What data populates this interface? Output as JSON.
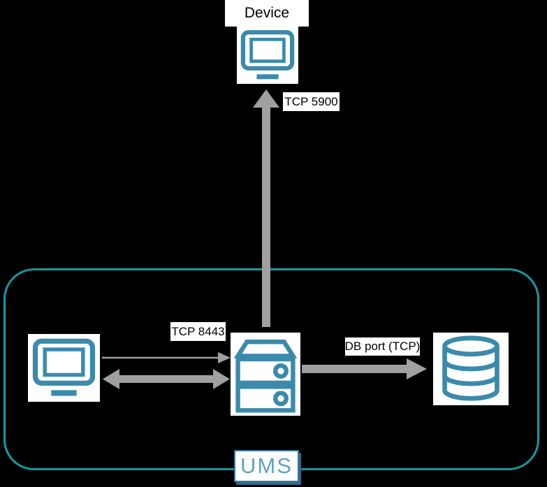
{
  "nodes": {
    "device": {
      "label": "Device",
      "icon": "monitor-icon"
    },
    "console": {
      "icon": "monitor-icon"
    },
    "server": {
      "icon": "server-icon"
    },
    "database": {
      "icon": "database-icon"
    }
  },
  "connections": {
    "server_to_device": {
      "label": "TCP 5900",
      "direction": "up",
      "style": "thick-gray-arrow"
    },
    "console_to_server": {
      "label": "TCP 8443",
      "direction": "right",
      "style": "thin-gray-arrow"
    },
    "console_server_sync": {
      "direction": "both",
      "style": "thick-gray-double-arrow"
    },
    "server_to_database": {
      "label": "DB port (TCP)",
      "direction": "right",
      "style": "thick-gray-arrow"
    }
  },
  "container": {
    "label": "UMS"
  },
  "colors": {
    "background": "#000000",
    "icon": "#3c8aaa",
    "container_border": "#149a9e",
    "arrow": "#a0a0a0",
    "label_background": "#ffffff",
    "label_text": "#000000",
    "ums_text": "#5ea2bd",
    "ums_box_border": "#3c7a96"
  }
}
